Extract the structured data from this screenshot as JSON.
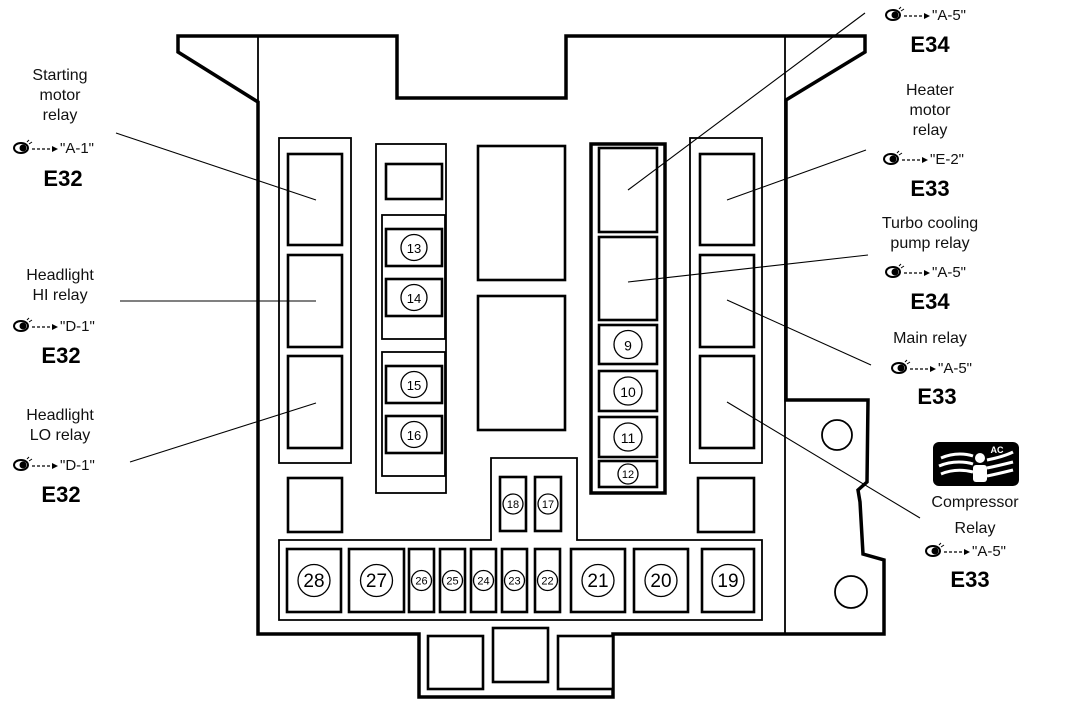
{
  "diagram": {
    "title": "Relay and fuse box layout",
    "relays_left": [
      {
        "id": "starting-motor-relay",
        "label_lines": [
          "Starting",
          "motor",
          "relay"
        ],
        "ref": "\"A-1\"",
        "connector": "E32"
      },
      {
        "id": "headlight-hi-relay",
        "label_lines": [
          "Headlight",
          "HI relay"
        ],
        "ref": "\"D-1\"",
        "connector": "E32"
      },
      {
        "id": "headlight-lo-relay",
        "label_lines": [
          "Headlight",
          "LO relay"
        ],
        "ref": "\"D-1\"",
        "connector": "E32"
      }
    ],
    "relays_right": [
      {
        "id": "top-relay",
        "label_lines": [],
        "ref": "\"A-5\"",
        "connector": "E34"
      },
      {
        "id": "heater-motor-relay",
        "label_lines": [
          "Heater",
          "motor",
          "relay"
        ],
        "ref": "\"E-2\"",
        "connector": "E33"
      },
      {
        "id": "turbo-cooling-pump-relay",
        "label_lines": [
          "Turbo cooling",
          "pump relay"
        ],
        "ref": "\"A-5\"",
        "connector": "E34"
      },
      {
        "id": "main-relay",
        "label_lines": [
          "Main relay"
        ],
        "ref": "\"A-5\"",
        "connector": "E33"
      },
      {
        "id": "compressor-relay",
        "label_lines": [
          "Compressor",
          "Relay"
        ],
        "ref": "\"A-5\"",
        "connector": "E33",
        "badge": "AC"
      }
    ],
    "fuses": {
      "f9": "9",
      "f10": "10",
      "f11": "11",
      "f12": "12",
      "f13": "13",
      "f14": "14",
      "f15": "15",
      "f16": "16",
      "f17": "17",
      "f18": "18",
      "f19": "19",
      "f20": "20",
      "f21": "21",
      "f22": "22",
      "f23": "23",
      "f24": "24",
      "f25": "25",
      "f26": "26",
      "f27": "27",
      "f28": "28"
    },
    "icons": {
      "reference": "eye-arrow-icon",
      "ac": "ac-compressor-icon"
    }
  }
}
